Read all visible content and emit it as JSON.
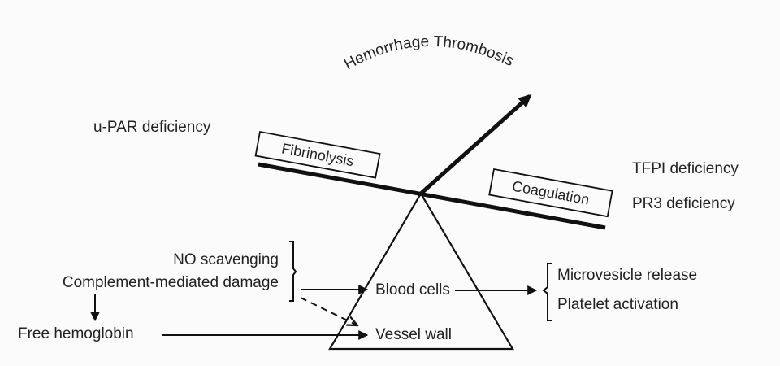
{
  "diagram": {
    "outcome_label": "Hemorrhage Thrombosis",
    "balance": {
      "left_box": "Fibrinolysis",
      "right_box": "Coagulation"
    },
    "left_factors": [
      "u-PAR deficiency"
    ],
    "right_factors": [
      "TFPI deficiency",
      "PR3 deficiency"
    ],
    "inputs": {
      "grouped": [
        "NO scavenging",
        "Complement-mediated damage"
      ],
      "derived": "Free hemoglobin"
    },
    "fulcrum": {
      "top": "Blood cells",
      "bottom": "Vessel wall"
    },
    "effects": [
      "Microvesicle release",
      "Platelet activation"
    ]
  }
}
